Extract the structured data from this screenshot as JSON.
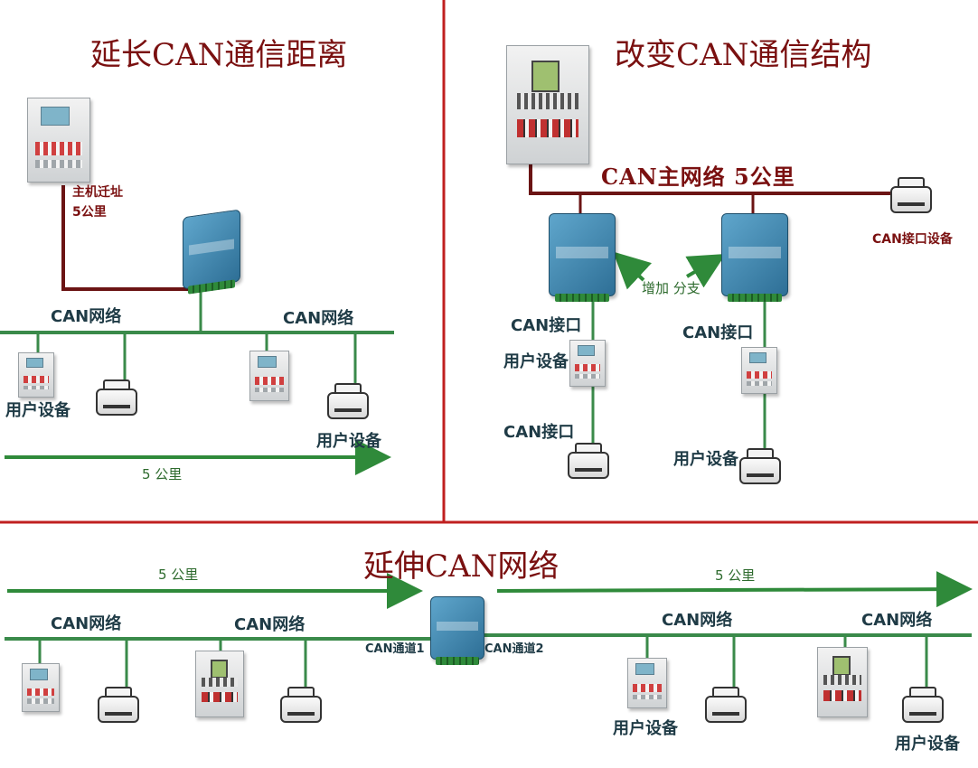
{
  "titles": {
    "extend_distance": "延长CAN通信距离",
    "change_structure": "改变CAN通信结构",
    "extend_network": "延伸CAN网络"
  },
  "top_left": {
    "host_relocation": "主机迁址",
    "host_distance": "5公里",
    "can_net_left": "CAN网络",
    "can_net_right": "CAN网络",
    "user_device_left": "用户设备",
    "user_device_right": "用户设备",
    "distance_label": "5 公里"
  },
  "top_right": {
    "main_network": "CAN主网络  5公里",
    "interface_device": "CAN接口设备",
    "add_branch": "增加 分支",
    "can_if_1": "CAN接口",
    "can_if_2": "CAN接口",
    "can_if_3": "CAN接口",
    "user_device_1": "用户设备",
    "user_device_2": "用户设备"
  },
  "bottom": {
    "distance_left": "5 公里",
    "distance_right": "5 公里",
    "can_net_1": "CAN网络",
    "can_net_2": "CAN网络",
    "can_net_3": "CAN网络",
    "can_net_4": "CAN网络",
    "channel_1": "CAN通道1",
    "channel_2": "CAN通道2",
    "user_device_1": "用户设备",
    "user_device_2": "用户设备"
  },
  "colors": {
    "divider": "#c02020",
    "host_link": "#6b1414",
    "can_bus": "#3a8a4a",
    "arrow": "#2f8a3a"
  },
  "icons": [
    "fire-control-panel",
    "printer",
    "can-bridge-module"
  ]
}
